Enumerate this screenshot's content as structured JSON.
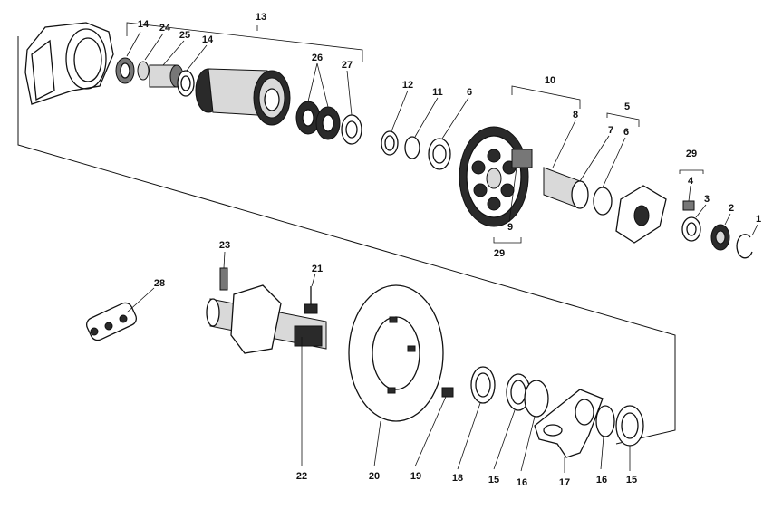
{
  "labels": {
    "l13": "13",
    "l14a": "14",
    "l24": "24",
    "l25": "25",
    "l14b": "14",
    "l26": "26",
    "l27": "27",
    "l12": "12",
    "l11": "11",
    "l6a": "6",
    "l10": "10",
    "l8": "8",
    "l5": "5",
    "l7": "7",
    "l6b": "6",
    "l29a": "29",
    "l4": "4",
    "l3": "3",
    "l2": "2",
    "l1": "1",
    "l9": "9",
    "l29b": "29",
    "l23": "23",
    "l21": "21",
    "l28": "28",
    "l22": "22",
    "l20": "20",
    "l19": "19",
    "l18": "18",
    "l15a": "15",
    "l16a": "16",
    "l17": "17",
    "l16b": "16",
    "l15b": "15"
  }
}
